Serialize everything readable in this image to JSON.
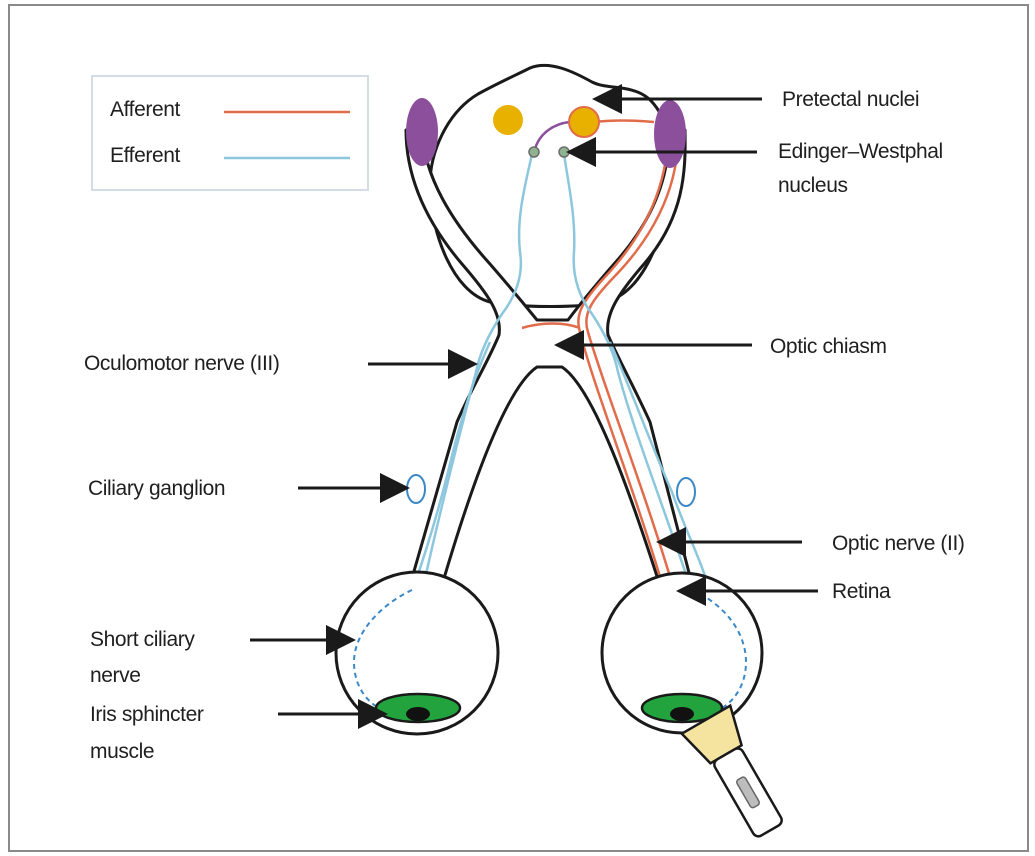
{
  "legend": {
    "afferent_label": "Afferent",
    "efferent_label": "Efferent",
    "afferent_color": "#e26b4a",
    "efferent_color": "#8cc7dd"
  },
  "labels": {
    "pretectal_nuclei": "Pretectal nuclei",
    "edinger_westphal_line1": "Edinger–Westphal",
    "edinger_westphal_line2": "nucleus",
    "oculomotor_nerve": "Oculomotor nerve (III)",
    "optic_chiasm": "Optic chiasm",
    "ciliary_ganglion": "Ciliary ganglion",
    "optic_nerve": "Optic nerve (II)",
    "retina": "Retina",
    "short_ciliary_line1": "Short ciliary",
    "short_ciliary_line2": "nerve",
    "iris_sphincter_line1": "Iris sphincter",
    "iris_sphincter_line2": "muscle"
  },
  "colors": {
    "lateral_geniculate": "#8c4f9c",
    "pretectal": "#e8b100",
    "iris": "#22a33e",
    "penlight": "#f5e4a0"
  },
  "icons": [
    "eye-icon",
    "penlight-icon"
  ]
}
